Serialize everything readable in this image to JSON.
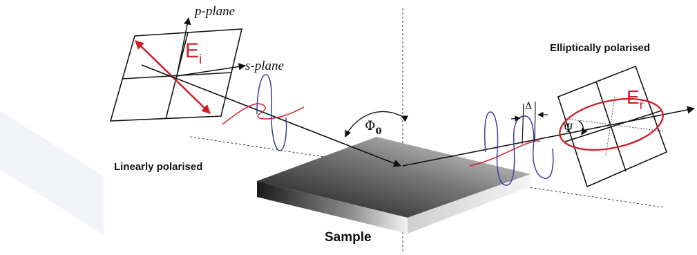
{
  "labels": {
    "p_plane": "p-plane",
    "s_plane": "s-plane",
    "incident_field": "E",
    "incident_field_sub": "i",
    "reflected_field": "E",
    "reflected_field_sub": "r",
    "incidence_angle": "Φ",
    "incidence_angle_sub": "0",
    "linearly_polarised": "Linearly polarised",
    "elliptically_polarised": "Elliptically polarised",
    "sample": "Sample",
    "psi": "Ψ",
    "delta": "Δ"
  },
  "colors": {
    "field_red": "#d0202a",
    "wave_blue": "#3a3aa8",
    "line": "#111111",
    "watermark": "#e6e8ee"
  }
}
